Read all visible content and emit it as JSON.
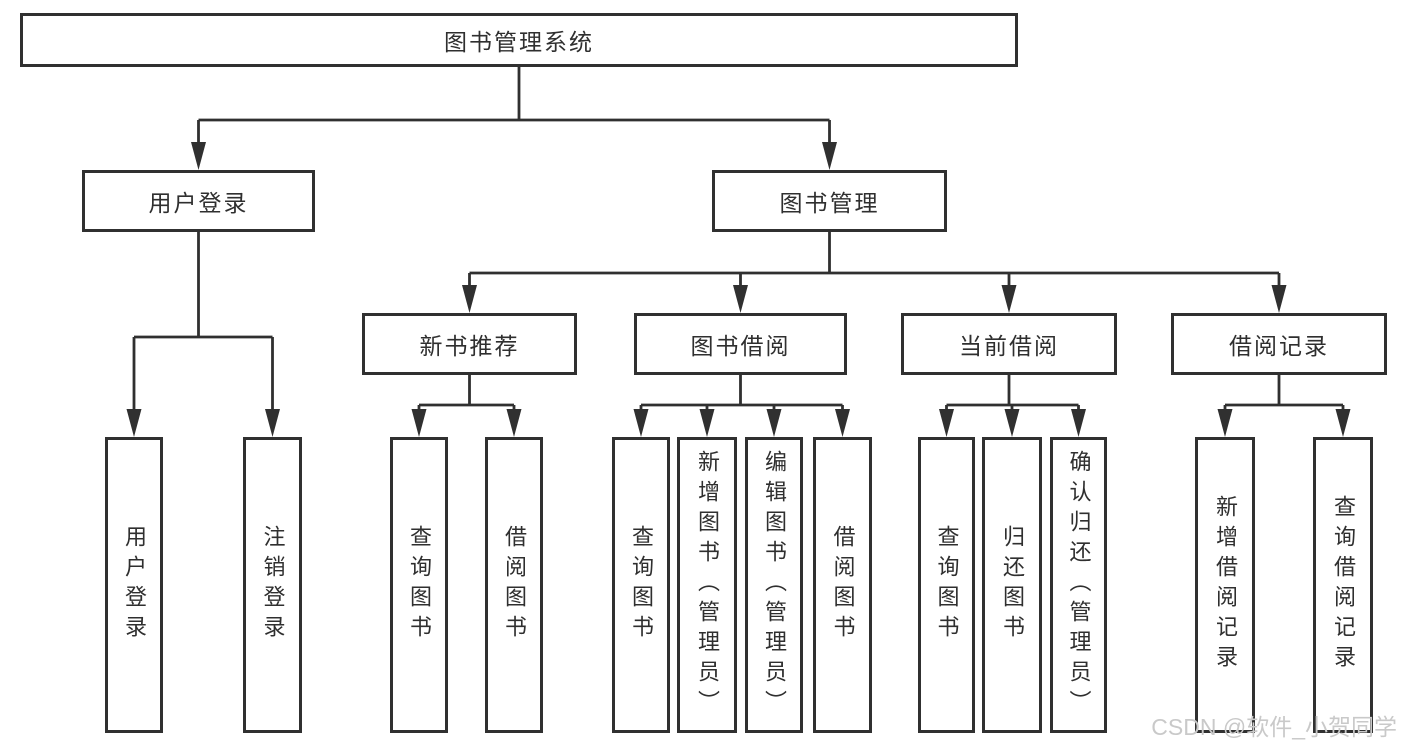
{
  "diagram": {
    "title_node": {
      "label": "图书管理系统"
    },
    "level2": [
      {
        "id": "user-login",
        "label": "用户登录",
        "parent": "图书管理系统"
      },
      {
        "id": "book-management",
        "label": "图书管理",
        "parent": "图书管理系统"
      }
    ],
    "level3": [
      {
        "id": "new-book-recommend",
        "label": "新书推荐",
        "parent": "图书管理"
      },
      {
        "id": "book-borrow",
        "label": "图书借阅",
        "parent": "图书管理"
      },
      {
        "id": "current-borrow",
        "label": "当前借阅",
        "parent": "图书管理"
      },
      {
        "id": "borrow-record",
        "label": "借阅记录",
        "parent": "图书管理"
      }
    ],
    "leaves": [
      {
        "label": "用户登录",
        "parent": "用户登录"
      },
      {
        "label": "注销登录",
        "parent": "用户登录"
      },
      {
        "label": "查询图书",
        "parent": "新书推荐"
      },
      {
        "label": "借阅图书",
        "parent": "新书推荐"
      },
      {
        "label": "查询图书",
        "parent": "图书借阅"
      },
      {
        "label": "新增图书（管理员）",
        "parent": "图书借阅"
      },
      {
        "label": "编辑图书（管理员）",
        "parent": "图书借阅"
      },
      {
        "label": "借阅图书",
        "parent": "图书借阅"
      },
      {
        "label": "查询图书",
        "parent": "当前借阅"
      },
      {
        "label": "归还图书",
        "parent": "当前借阅"
      },
      {
        "label": "确认归还（管理员）",
        "parent": "当前借阅"
      },
      {
        "label": "新增借阅记录",
        "parent": "借阅记录"
      },
      {
        "label": "查询借阅记录",
        "parent": "借阅记录"
      }
    ]
  },
  "watermark": {
    "text": "CSDN @软件_小贺同学"
  },
  "colors": {
    "line": "#303030",
    "box_border": "#303030",
    "text": "#2f2f2f",
    "watermark": "#c9c9c9",
    "background": "#ffffff"
  }
}
